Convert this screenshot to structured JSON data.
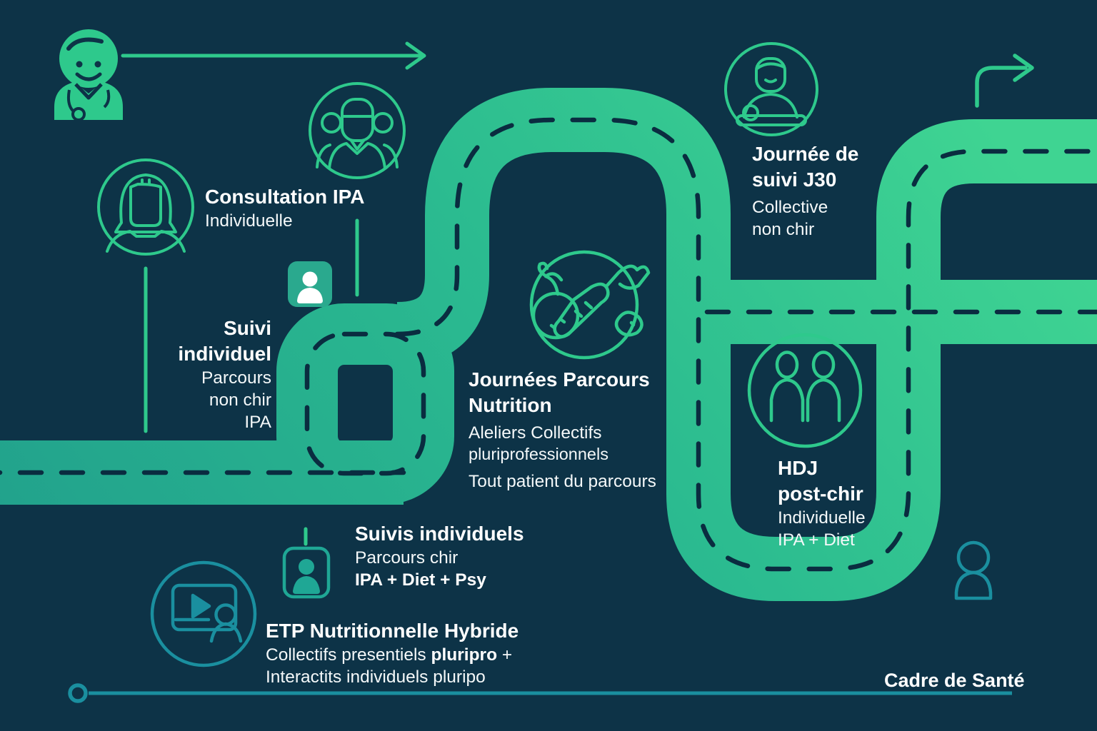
{
  "palette": {
    "background": "#0d3347",
    "road_gradient_start": "#21a08c",
    "road_gradient_end": "#3fd492",
    "road_dash": "#0a2c40",
    "icon_green": "#2ec98c",
    "icon_teal": "#1a8f9f",
    "badge_fill": "#2aa98e",
    "text": "#ffffff"
  },
  "consultation": {
    "title": "Consultation IPA",
    "subtitle": "Individuelle"
  },
  "suivi_individuel": {
    "title1": "Suivi",
    "title2": "individuel",
    "line1": "Parcours",
    "line2": "non chir",
    "line3": "IPA"
  },
  "journees_nutrition": {
    "title1": "Journées Parcours",
    "title2": "Nutrition",
    "sub1": "Aleliers Collectifs",
    "sub2": "pluriprofessionnels",
    "sub3": "Tout patient du parcours"
  },
  "journee_j30": {
    "title1": "Journée de",
    "title2": "suivi J30",
    "sub1": "Collective",
    "sub2": "non chir"
  },
  "hdj": {
    "title1": "HDJ",
    "title2": "post-chir",
    "sub1": "Individuelle",
    "sub2": "IPA + Diet"
  },
  "suivis_individuels": {
    "title": "Suivis individuels",
    "sub1": "Parcours chir",
    "sub2": "IPA + Diet + Psy"
  },
  "etp": {
    "title": "ETP Nutritionnelle Hybride",
    "sub1_prefix": "Collectifs presentiels ",
    "sub1_bold": "pluripro",
    "sub1_suffix": " +",
    "sub2": "Interactits individuels pluripo"
  },
  "cadre_sante": {
    "label": "Cadre de Santé"
  }
}
